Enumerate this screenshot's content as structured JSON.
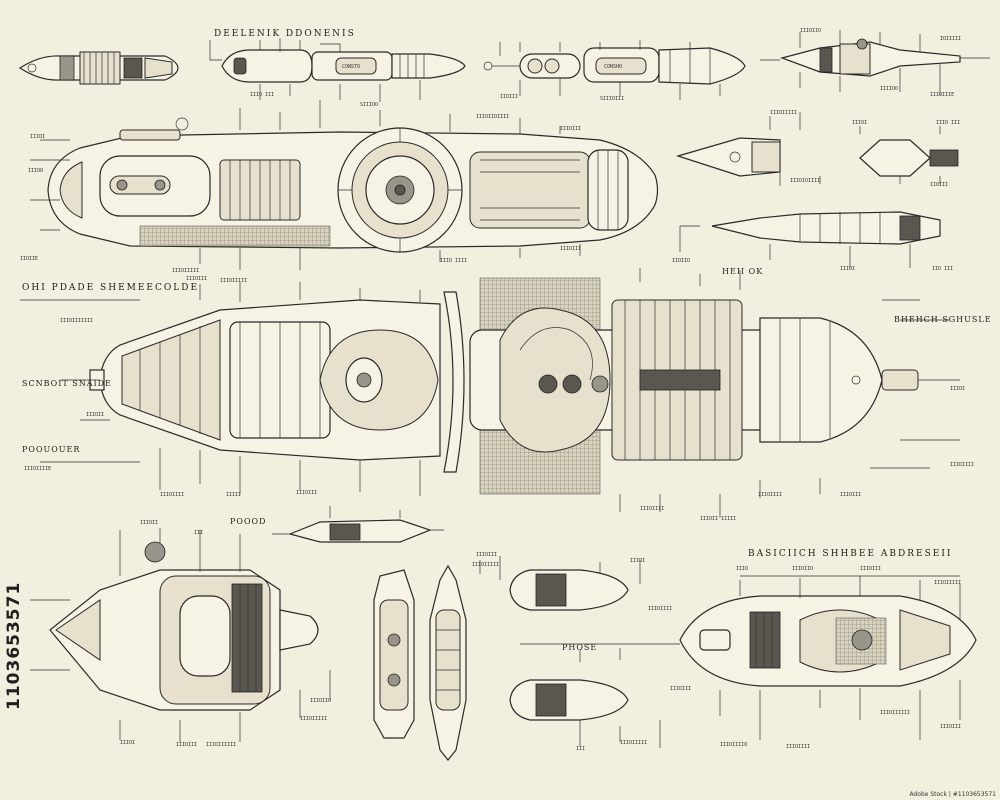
{
  "watermark": "1103653571",
  "labels": {
    "top_title": "DEELENIK DDONENIS",
    "left_section": "OHI PDADE SHEMEECOLDE",
    "left_side": "SCNBOIT SNAIDE",
    "bottom_right_title": "BASICIICH SHHBEE ABDRESEII",
    "right_mid": "BHEHCH SGHUSLE",
    "center_small": "HEII OK",
    "lower_left": "POOOD",
    "bottom_mid": "PHOSE",
    "left_small": "POOUOUER",
    "gondola_a": "CONSTO",
    "gondola_b": "CONSHO"
  },
  "stock_id": "Adobe Stock | #1103653571",
  "colors": {
    "paper": "#f3efdf",
    "ink": "#2a2a2a",
    "shade": "#9a958a",
    "dark": "#5a5650"
  }
}
